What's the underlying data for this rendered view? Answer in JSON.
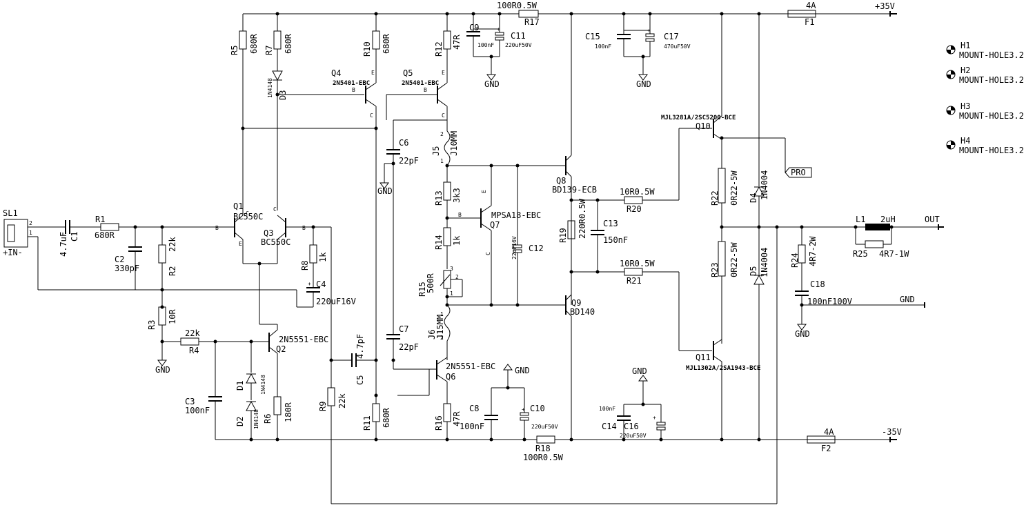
{
  "labels": {
    "SL1": "SL1",
    "pin2": "2",
    "pin1": "1",
    "plusin": "+IN-",
    "C1": "C1",
    "C1v": "4.7uF",
    "R1": "R1",
    "R1v": "680R",
    "C2": "C2",
    "C2v": "330pF",
    "R2": "R2",
    "R2v": "22k",
    "R3": "R3",
    "R3v": "10R",
    "R4": "R4",
    "R4v": "22k",
    "C3": "C3",
    "C3v": "100nF",
    "D1": "D1",
    "D2": "D2",
    "D1v": "1N4148",
    "D2v": "1N4148",
    "R6": "R6",
    "R6v": "180R",
    "Q2": "Q2",
    "Q2v": "2N5551-EBC",
    "R9": "R9",
    "R9v": "22k",
    "C5": "C5",
    "C5v": "4.7pF",
    "R5": "R5",
    "R5v": "680R",
    "R7": "R7",
    "R7v": "680R",
    "D3": "D3",
    "D3v": "1N4148",
    "Q1": "Q1",
    "Q1v": "BC550C",
    "Q3": "Q3",
    "Q3v": "BC550C",
    "R8": "R8",
    "R8v": "1k",
    "C4": "C4",
    "C4v": "220uF16V",
    "Q4": "Q4",
    "Q4v": "2N5401-EBC",
    "R10": "R10",
    "R10v": "680R",
    "R11": "R11",
    "R11v": "680R",
    "Q5": "Q5",
    "Q5v": "2N5401-EBC",
    "R12": "R12",
    "R12v": "47R",
    "C9": "C9",
    "C9v": "100nF",
    "C11": "C11",
    "C11v": "220uF50V",
    "R17": "R17",
    "R17v": "100R0.5W",
    "C6": "C6",
    "C6v": "22pF",
    "C7": "C7",
    "C7v": "22pF",
    "J5": "J5",
    "J5v": "J10MM",
    "J6": "J6",
    "J6v": "J15MM",
    "R13": "R13",
    "R13v": "3k3",
    "R14": "R14",
    "R14v": "1k",
    "R15": "R15",
    "R15v": "500R",
    "Q7": "Q7",
    "Q7v": "MPSA18-EBC",
    "C12": "C12",
    "C12v": "22uF16V",
    "Q6": "Q6",
    "Q6v": "2N5551-EBC",
    "R16": "R16",
    "R16v": "47R",
    "C8": "C8",
    "C8v": "100nF",
    "C10": "C10",
    "C10v": "220uF50V",
    "R18": "R18",
    "R18v": "100R0.5W",
    "Q8": "Q8",
    "Q8v": "BD139-ECB",
    "Q9": "Q9",
    "Q9v": "BD140",
    "R19": "R19",
    "R19v": "220R0.5W",
    "C13": "C13",
    "C13v": "150nF",
    "R20": "R20",
    "R20v": "10R0.5W",
    "R21": "R21",
    "R21v": "10R0.5W",
    "C15": "C15",
    "C15v": "100nF",
    "C17": "C17",
    "C17v": "470uF50V",
    "C14": "C14",
    "C14v": "100nF",
    "C16": "C16",
    "C16v": "220uF50V",
    "Q10": "Q10",
    "Q10v": "MJL3281A/2SC5200-BCE",
    "Q11": "Q11",
    "Q11v": "MJL1302A/2SA1943-BCE",
    "R22": "R22",
    "R22v": "0R22-5W",
    "R23": "R23",
    "R23v": "0R22-5W",
    "D4": "D4",
    "D4v": "1N4004",
    "D5": "D5",
    "D5v": "1N4004",
    "PRO": "PRO",
    "F1": "F1",
    "F1v": "4A",
    "F2": "F2",
    "F2v": "4A",
    "pos": "+35V",
    "neg": "-35V",
    "L1": "L1",
    "L1v": "2uH",
    "R25": "R25",
    "R25v": "4R7-1W",
    "R24": "R24",
    "R24v": "4R7-2W",
    "C18": "C18",
    "C18v": "100nF100V",
    "OUT": "OUT",
    "GND": "GND",
    "B": "B",
    "C": "C",
    "E": "E",
    "p1": "1",
    "p2": "2",
    "p3": "3",
    "H1": "H1",
    "H2": "H2",
    "H3": "H3",
    "H4": "H4",
    "MH": "MOUNT-HOLE3.2"
  }
}
